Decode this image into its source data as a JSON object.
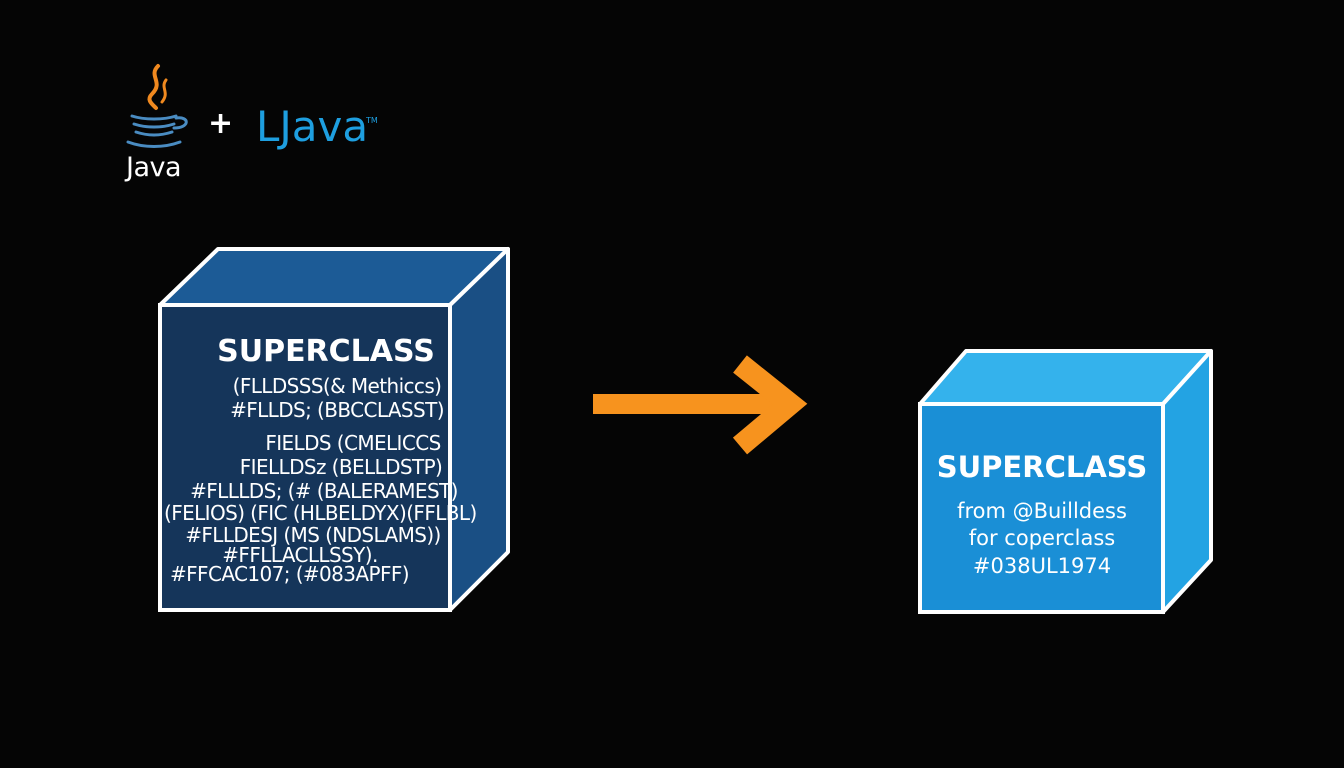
{
  "logos": {
    "java_word": "Java",
    "plus": "+",
    "ljava_brand": "LJava",
    "tm": "TM"
  },
  "left_box": {
    "title": "SUPERCLASS",
    "lines": [
      "(FLLDSSS(& Methiccs)",
      "#FLLDS; (BBCCLASST)",
      "FIELDS (CMELICCS",
      "FIELLDSz (BELLDSTP)",
      "#FLLLDS; (# (BALERAMEST)",
      "(FELIOS) (FIC (HLBELDYX)(FFLBL)",
      "#FLLDESJ (MS (NDSLAMS))",
      "#FFLLACLLSSY).",
      "#FFCAC107; (#083APFF)"
    ],
    "face_color": "#15355a",
    "top_color": "#1c5b96",
    "side_color": "#1a4f84"
  },
  "arrow": {
    "color": "#f7931e"
  },
  "right_box": {
    "title": "SUPERCLASS",
    "lines": [
      "from @Builldess",
      "for coperclass",
      "#038UL1974"
    ],
    "face_color": "#1a8fd6",
    "top_color": "#34b2ec",
    "side_color": "#23a3e3"
  },
  "colors": {
    "background": "#050505",
    "outline": "#ffffff",
    "java_orange": "#f0891f",
    "java_blue": "#4a8cc2",
    "ljava_blue": "#1e9fe0"
  }
}
